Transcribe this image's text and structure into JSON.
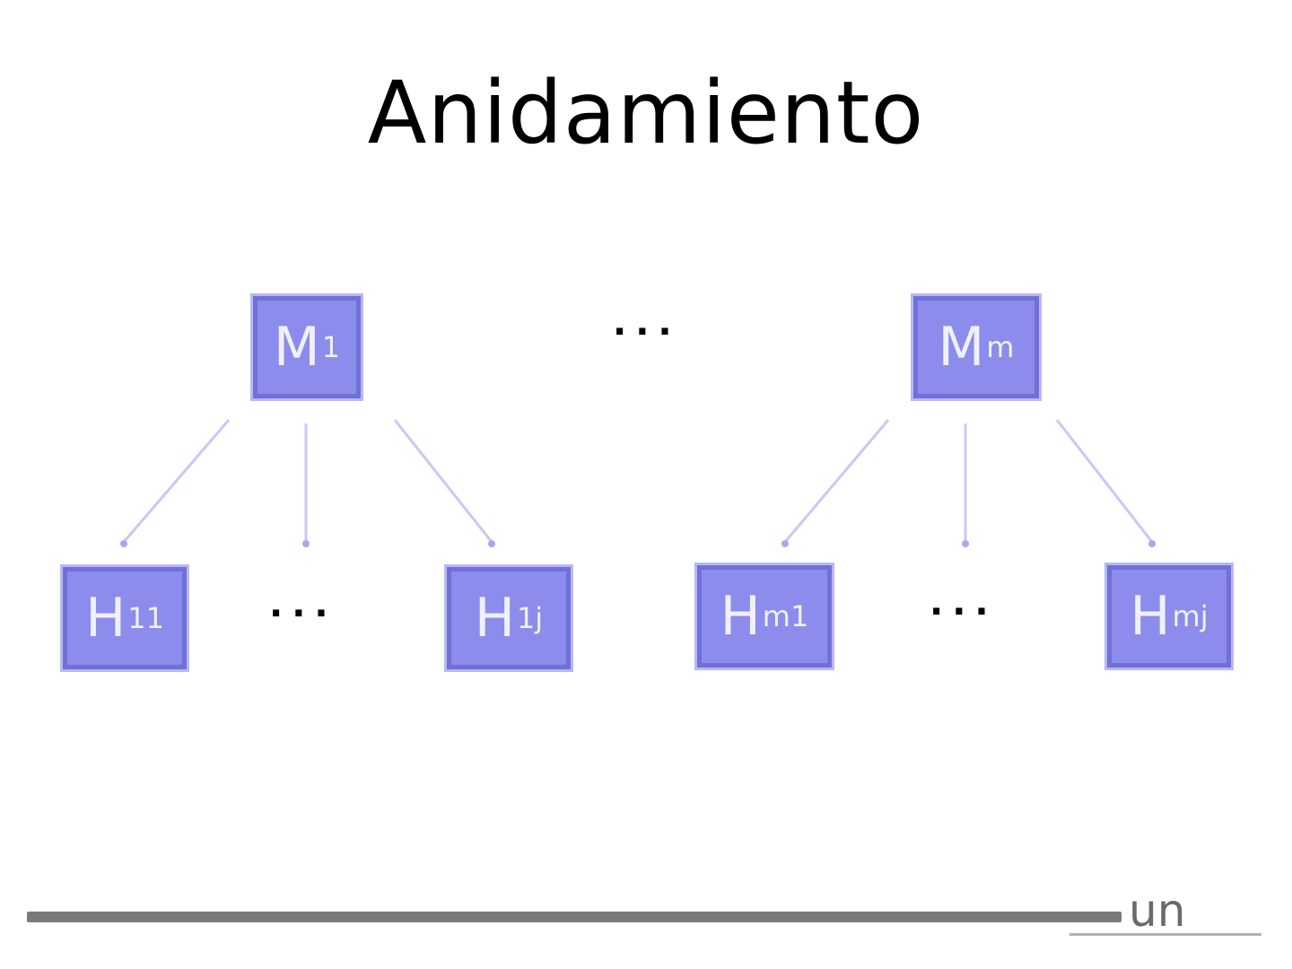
{
  "slide": {
    "title": "Anidamiento"
  },
  "diagram": {
    "parents": [
      {
        "base": "M",
        "sub": "1"
      },
      {
        "base": "M",
        "sub": "m"
      }
    ],
    "children": [
      {
        "base": "H",
        "sub": "11"
      },
      {
        "base": "H",
        "sub": "1j"
      },
      {
        "base": "H",
        "sub": "m1"
      },
      {
        "base": "H",
        "sub": "mj"
      }
    ],
    "ellipsis": "..."
  },
  "footer": {
    "logo_text": "un"
  },
  "colors": {
    "node_fill": "#8c8cec",
    "node_border": "#7070d8",
    "connector": "#c8c8f4",
    "footer_bar": "#7a7a7a"
  }
}
